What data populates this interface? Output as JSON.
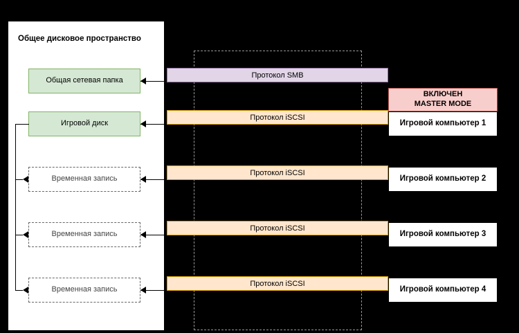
{
  "diagram": {
    "title": "Общее дисковое пространство",
    "storage_items": [
      {
        "label": "Общая сетевая папка",
        "style": "green"
      },
      {
        "label": "Игровой диск",
        "style": "green"
      },
      {
        "label": "Временная запись",
        "style": "temp"
      },
      {
        "label": "Временная запись",
        "style": "temp"
      },
      {
        "label": "Временная запись",
        "style": "temp"
      }
    ],
    "protocols": [
      {
        "label": "Протокол SMB",
        "style": "smb"
      },
      {
        "label": "Протокол iSCSI",
        "style": "iscsi"
      },
      {
        "label": "Протокол iSCSI",
        "style": "iscsi"
      },
      {
        "label": "Протокол iSCSI",
        "style": "iscsi"
      },
      {
        "label": "Протокол iSCSI",
        "style": "iscsi"
      }
    ],
    "master_badge": {
      "line1": "ВКЛЮЧЕН",
      "line2": "MASTER MODE"
    },
    "computers": [
      {
        "label": "Игровой компьютер 1"
      },
      {
        "label": "Игровой компьютер 2"
      },
      {
        "label": "Игровой компьютер 3"
      },
      {
        "label": "Игровой компьютер 4"
      }
    ],
    "colors": {
      "background": "#000000",
      "panel": "#ffffff",
      "green_fill": "#d5e8d4",
      "green_stroke": "#82b366",
      "purple_fill": "#e1d5e7",
      "purple_stroke": "#9673a6",
      "orange_fill": "#ffe6cc",
      "orange_stroke": "#d79b00",
      "red_fill": "#f8cecc",
      "red_stroke": "#b85450",
      "dashed_stroke": "#666666"
    }
  }
}
